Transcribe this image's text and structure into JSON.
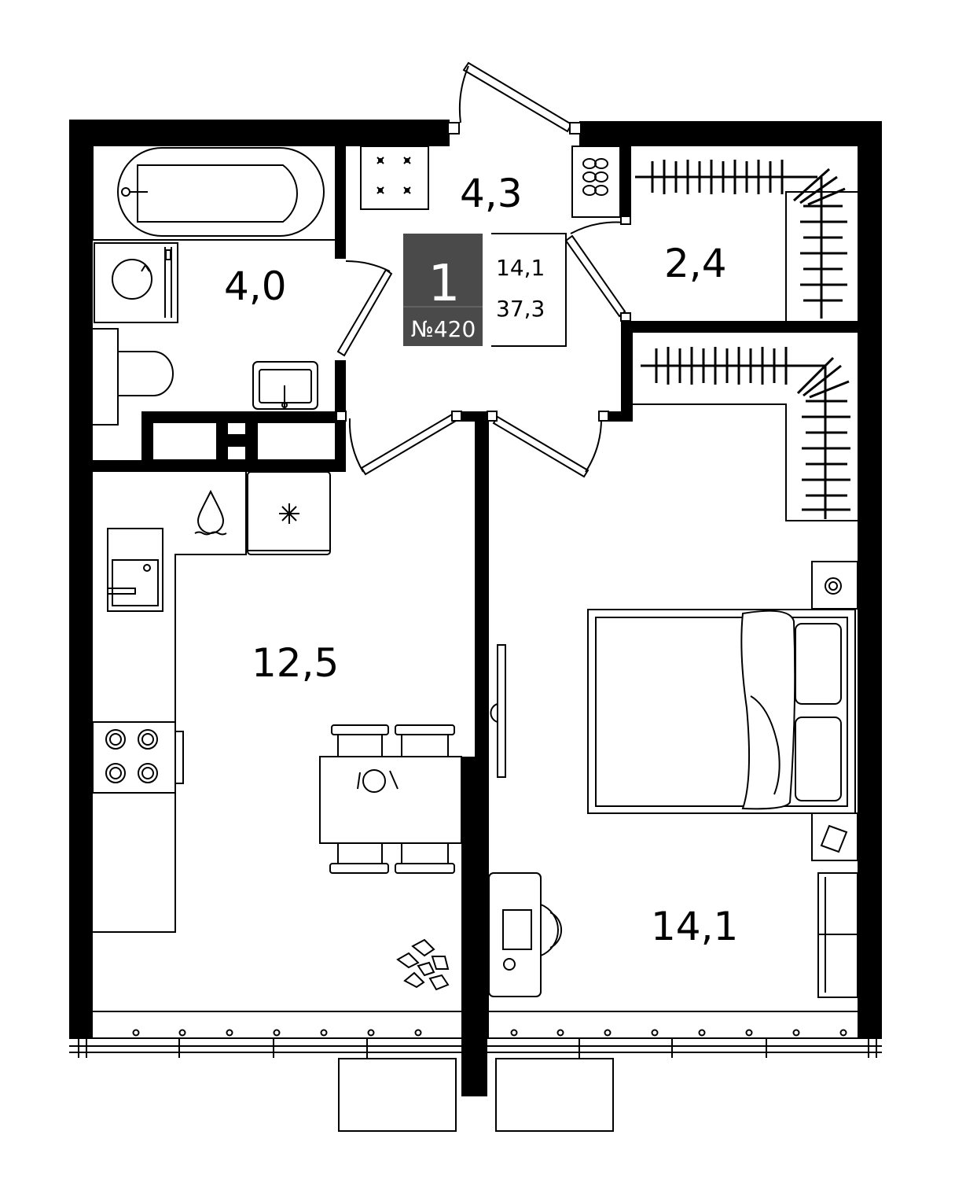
{
  "plan": {
    "badge": {
      "rooms": "1",
      "apartment_number": "№420",
      "living_area": "14,1",
      "total_area": "37,3"
    },
    "rooms": [
      {
        "id": "hall",
        "area": "4,3"
      },
      {
        "id": "bathroom",
        "area": "4,0"
      },
      {
        "id": "wardrobe",
        "area": "2,4"
      },
      {
        "id": "kitchen-living",
        "area": "12,5"
      },
      {
        "id": "bedroom",
        "area": "14,1"
      }
    ],
    "colors": {
      "walls": "#000000",
      "badge_background": "#4a4a4a",
      "background": "#ffffff"
    }
  }
}
